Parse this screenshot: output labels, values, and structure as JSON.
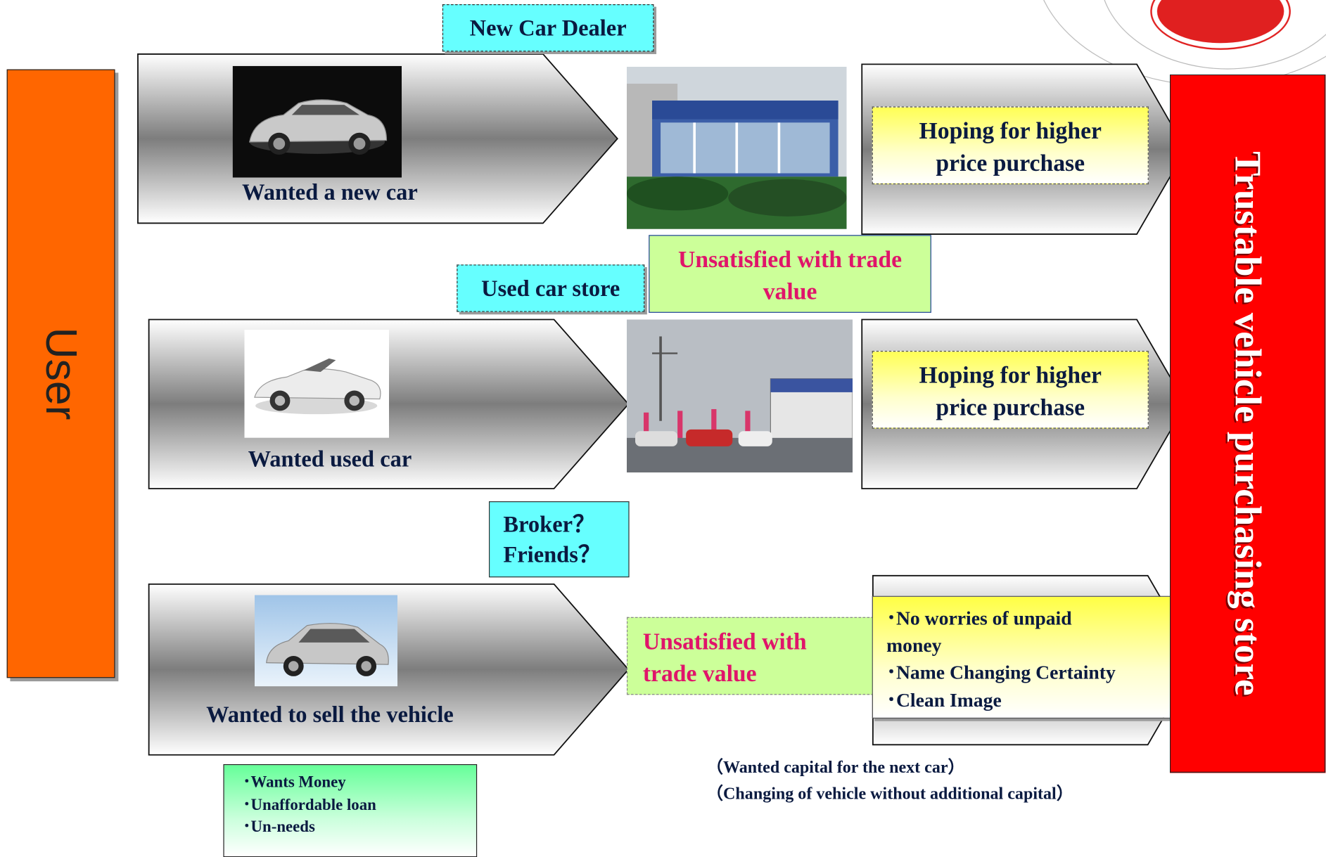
{
  "user_bar": {
    "label": "User",
    "color": "#ff6600"
  },
  "store_bar": {
    "label": "Trustable vehicle purchasing store",
    "color": "#ff0000"
  },
  "channels": {
    "new_car_dealer": "New Car Dealer",
    "used_car_store": "Used car store",
    "broker": {
      "line1": "Broker？",
      "line2": "Friends？"
    }
  },
  "rows": [
    {
      "caption": "Wanted a new car"
    },
    {
      "caption": "Wanted used car"
    },
    {
      "caption": "Wanted to sell the vehicle"
    }
  ],
  "unsatisfied_top": {
    "line1": "Unsatisfied with trade",
    "line2": "value"
  },
  "unsatisfied_bottom": {
    "line1": "Unsatisfied with",
    "line2": "trade value"
  },
  "hoping_1": {
    "line1": "Hoping for higher",
    "line2": "price purchase"
  },
  "hoping_2": {
    "line1": "Hoping for higher",
    "line2": "price purchase"
  },
  "benefits": [
    "･No worries of unpaid",
    "money",
    "･Name Changing Certainty",
    "･Clean Image"
  ],
  "reasons": [
    "･Wants Money",
    "･Unaffordable loan",
    "･Un-needs"
  ],
  "notes": [
    "（Wanted capital for the next car）",
    "（Changing of vehicle without additional capital）"
  ],
  "colors": {
    "cyan_label": "#66ffff",
    "green_label": "#ccff99",
    "pink_text": "#e0146a",
    "yellow_box": "#ffff55",
    "mint_box": "#66ff99"
  }
}
